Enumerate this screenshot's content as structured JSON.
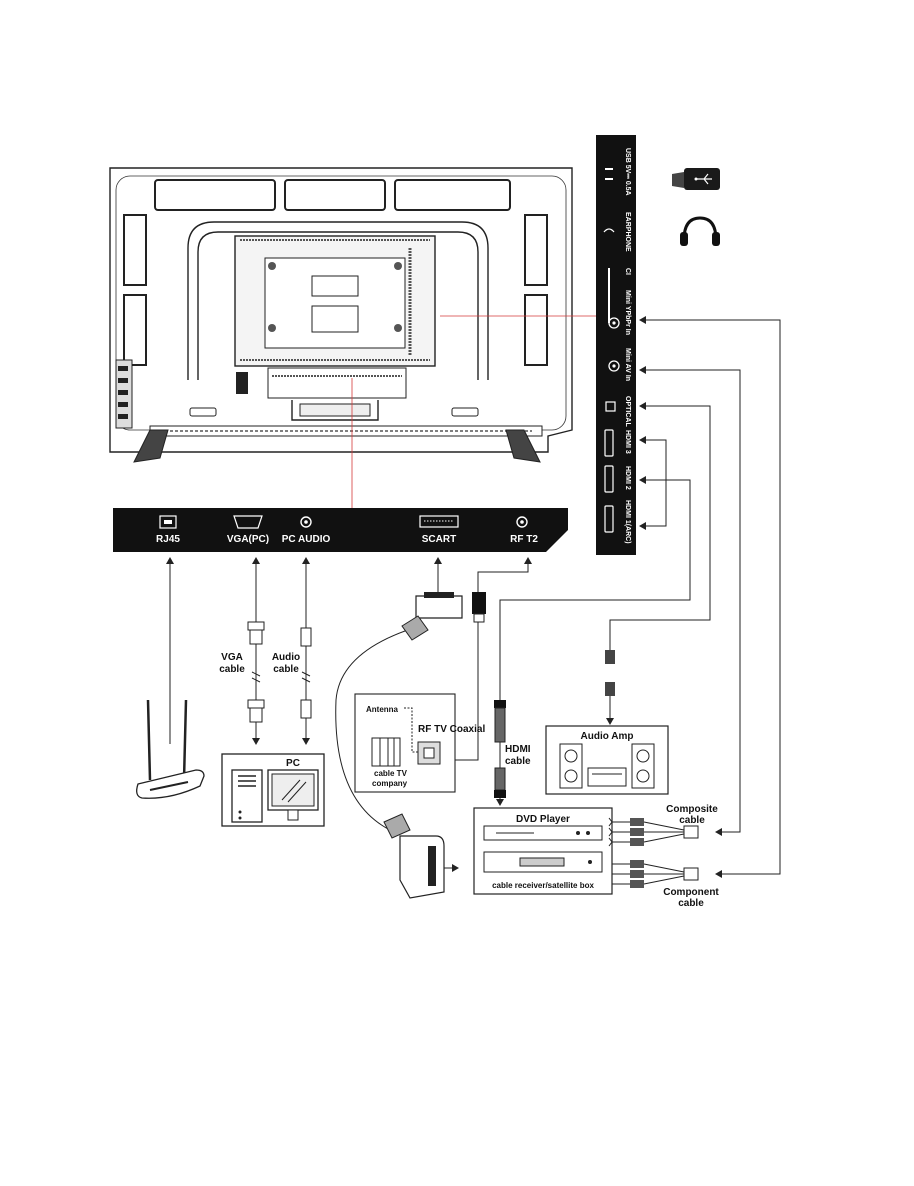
{
  "bottom_panel": {
    "ports": [
      "RJ45",
      "VGA(PC)",
      "PC AUDIO",
      "SCART",
      "RF T2"
    ]
  },
  "side_panel": {
    "ports": [
      "USB 5V⎓ 0.5A",
      "EARPHONE",
      "CI",
      "Mini YPbPr In",
      "Mini AV In",
      "OPTICAL",
      "HDMI 3",
      "HDMI 2",
      "HDMI 1(ARC)"
    ]
  },
  "labels": {
    "vga_cable": [
      "VGA",
      "cable"
    ],
    "audio_cable": [
      "Audio",
      "cable"
    ],
    "pc": "PC",
    "antenna": "Antenna",
    "rf_tv_coaxial": "RF TV Coaxial",
    "cable_tv_company": [
      "cable TV",
      "company"
    ],
    "hdmi_cable": [
      "HDMI",
      "cable"
    ],
    "audio_amp": "Audio Amp",
    "dvd_player": "DVD Player",
    "cable_receiver": "cable receiver/satellite box",
    "composite_cable": [
      "Composite",
      "cable"
    ],
    "component_cable": [
      "Component",
      "cable"
    ]
  },
  "icons": [
    "usb-stick-icon",
    "headphones-icon",
    "router-icon",
    "pc-icon",
    "antenna-icon",
    "audio-amp-icon",
    "dvd-player-icon",
    "scart-plug-icon",
    "hdmi-plug-icon",
    "rca-plug-icon"
  ],
  "colors": {
    "panel": "#111111",
    "guide_line": "#d43a3a",
    "stroke": "#222222"
  }
}
